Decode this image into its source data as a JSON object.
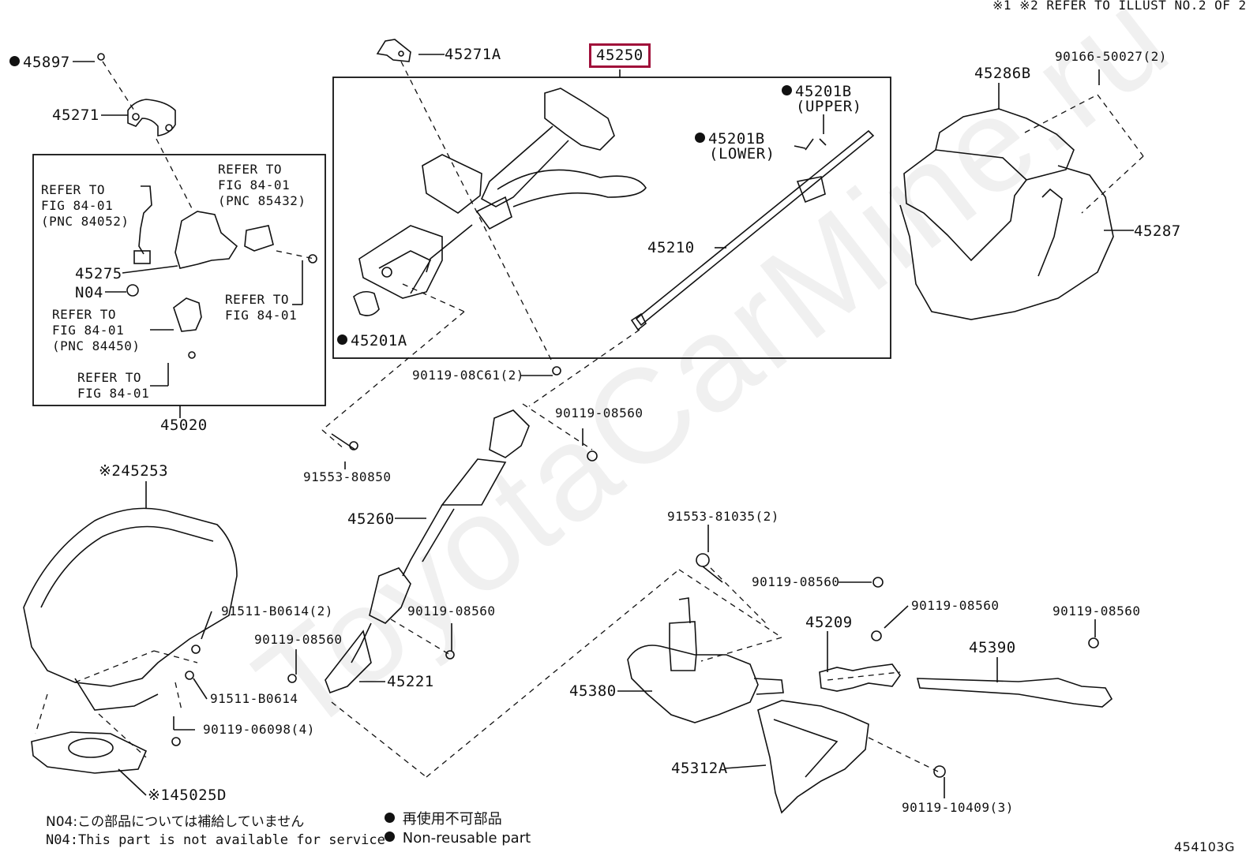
{
  "header_note": "※1 ※2  REFER TO ILLUST NO.2 OF 2",
  "watermark": "ToyotaCarMine.ru",
  "figure_code": "454103G",
  "parts": {
    "p45897": "45897",
    "p45271": "45271",
    "p45271A": "45271A",
    "p45250": "45250",
    "p45201B_upper": "45201B",
    "upper": "(UPPER)",
    "p45201B_lower": "45201B",
    "lower": "(LOWER)",
    "p45210": "45210",
    "p45201A": "45201A",
    "p45286B": "45286B",
    "p45287": "45287",
    "p90166": "90166-50027(2)",
    "p45275": "45275",
    "pN04": "N04",
    "p45020": "45020",
    "p90119_08C61": "90119-08C61(2)",
    "p90119_08560_a": "90119-08560",
    "p91553_80850": "91553-80850",
    "p45253": "※245253",
    "p45260": "45260",
    "p91553_81035": "91553-81035(2)",
    "p90119_08560_b": "90119-08560",
    "p91511_B0614_2": "91511-B0614(2)",
    "p90119_08560_c": "90119-08560",
    "p90119_08560_d": "90119-08560",
    "p45221": "45221",
    "p45209": "45209",
    "p90119_08560_e": "90119-08560",
    "p90119_08560_f": "90119-08560",
    "p45390": "45390",
    "p45380": "45380",
    "p91511_B0614": "91511-B0614",
    "p90119_06098": "90119-06098(4)",
    "p45312A": "45312A",
    "p90119_10409": "90119-10409(3)",
    "p45025D": "※145025D"
  },
  "refs": {
    "ref1": "REFER TO\nFIG 84-01\n(PNC 84052)",
    "ref2": "REFER TO\nFIG 84-01\n(PNC 85432)",
    "ref3": "REFER TO\nFIG 84-01",
    "ref4": "REFER TO\nFIG 84-01\n(PNC 84450)",
    "ref5": "REFER TO\nFIG 84-01"
  },
  "notes": {
    "jp": "N04:この部品については補給していません",
    "en": "N04:This part is not available for service"
  },
  "legend": {
    "jp": "再使用不可部品",
    "en": "Non-reusable part"
  },
  "colors": {
    "line": "#111111",
    "selected_box": "#a0103a"
  }
}
